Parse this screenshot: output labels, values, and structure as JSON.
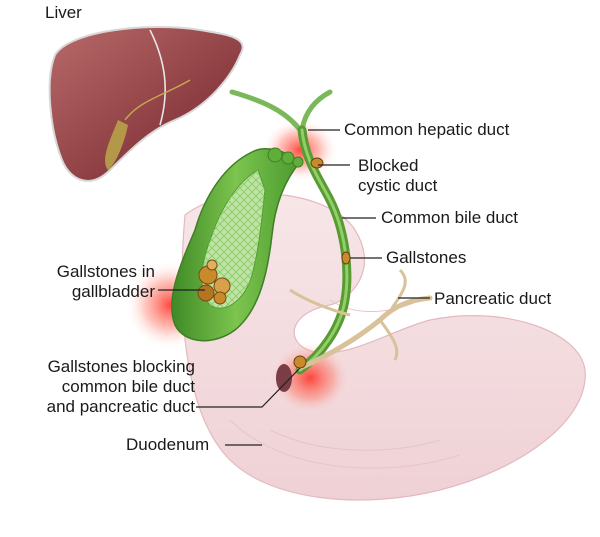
{
  "labels": {
    "liver": "Liver",
    "common_hepatic_duct": "Common hepatic duct",
    "blocked_cystic_duct": [
      "Blocked",
      "cystic duct"
    ],
    "common_bile_duct": "Common bile duct",
    "gallstones": "Gallstones",
    "pancreatic_duct": "Pancreatic duct",
    "gallstones_in_gallbladder": [
      "Gallstones in",
      "gallbladder"
    ],
    "gallstones_blocking": [
      "Gallstones blocking",
      "common bile duct",
      "and pancreatic duct"
    ],
    "duodenum": "Duodenum"
  },
  "colors": {
    "liver": "#9e4a4a",
    "gallbladder": "#5fae3a",
    "bile_duct": "#5a9a32",
    "duodenum": "#f3dcdf",
    "pancreatic_duct": "#d9c29a",
    "inflammation": "#ff3b2f",
    "stone": "#c98a2c",
    "leader": "#222222"
  }
}
